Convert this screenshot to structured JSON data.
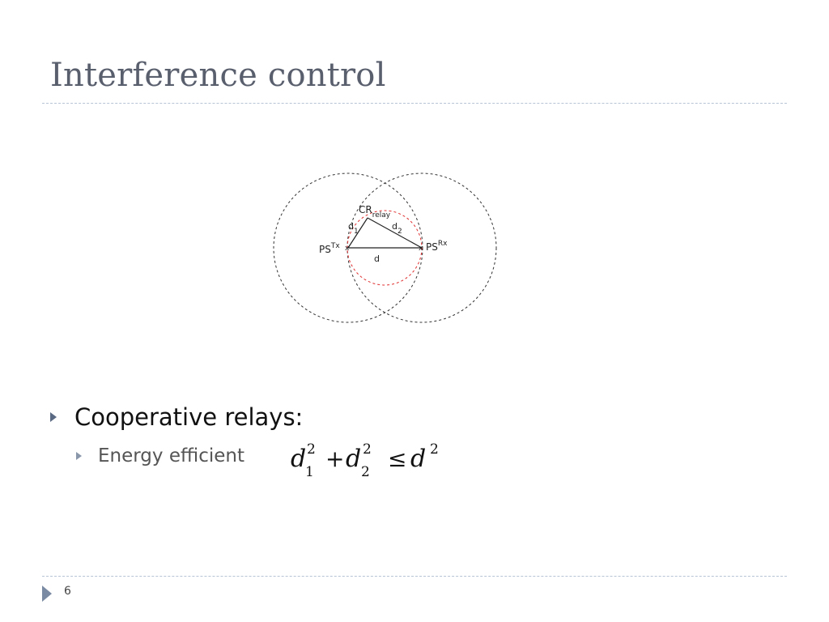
{
  "slide": {
    "title": "Interference control",
    "page_number": "6"
  },
  "diagram": {
    "labels": {
      "ps_tx": "PS",
      "ps_tx_sup": "Tx",
      "ps_rx": "PS",
      "ps_rx_sup": "Rx",
      "cr": "CR",
      "cr_sub": "relay",
      "d1": "d",
      "d1_sub": "1",
      "d2": "d",
      "d2_sub": "2",
      "d": "d"
    },
    "colors": {
      "outer_circles": "#333333",
      "relay_circle": "#e03030",
      "lines": "#222222"
    }
  },
  "bullets": {
    "level1": "Cooperative relays:",
    "level2": "Energy efficient"
  },
  "formula": {
    "d1": "d",
    "d1_sup": "2",
    "d1_sub": "1",
    "plus": "+",
    "d2": "d",
    "d2_sup": "2",
    "d2_sub": "2",
    "leq": "≤",
    "d": "d",
    "d_sup": "2"
  },
  "theme": {
    "title_color": "#5a5f6e",
    "rule_color": "#b7c4d6",
    "bullet_color": "#5a6a82"
  }
}
